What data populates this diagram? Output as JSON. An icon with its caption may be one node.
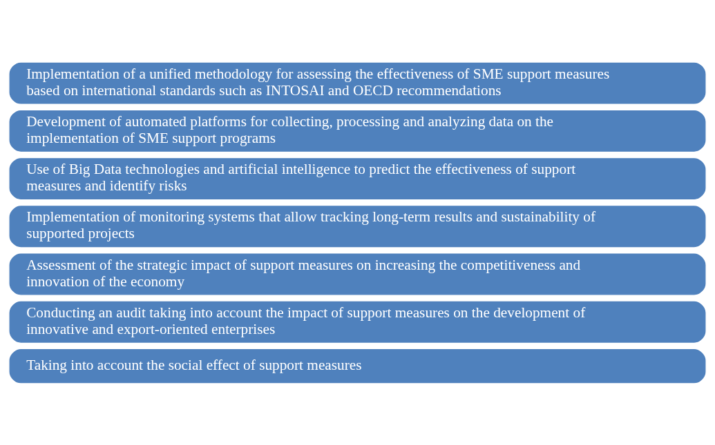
{
  "diagram": {
    "nodes": [
      {
        "text": [
          "Implementation of a unified methodology for assessing the effectiveness of SME support measures based on international standards such as INTOSAI and OECD recommendations"
        ]
      },
      {
        "text": [
          "Development of automated platforms for collecting, processing and analyzing data on the implementation of SME support programs"
        ]
      },
      {
        "text": [
          "Use of Big Data technologies and artificial intelligence to predict the effectiveness of support measures and identify risks"
        ]
      },
      {
        "text": [
          "Implementation of monitoring systems that allow tracking long-term results and sustainability of supported projects"
        ]
      },
      {
        "text": [
          "Assessment of the strategic impact of support measures on increasing the competitiveness and innovation of the economy"
        ]
      },
      {
        "text": [
          "Conducting an audit taking into account the impact of support measures on the development of innovative and export-oriented enterprises"
        ]
      },
      {
        "text": [
          "Taking into account the social effect of support measures"
        ]
      }
    ]
  }
}
